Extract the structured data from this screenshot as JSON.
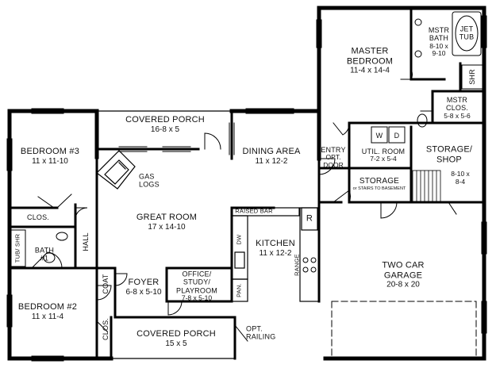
{
  "rooms": {
    "covered_porch_top": {
      "name": "COVERED PORCH",
      "dims": "16-8 x 5"
    },
    "dining_area": {
      "name": "DINING AREA",
      "dims": "11 x 12-2"
    },
    "master_bedroom": {
      "name": "MASTER",
      "name2": "BEDROOM",
      "dims": "11-4 x 14-4"
    },
    "master_bath": {
      "name": "MSTR",
      "name2": "BATH",
      "dims": "8-10 x",
      "dims2": "9-10"
    },
    "jet_tub": {
      "name": "JET",
      "name2": "TUB"
    },
    "shower_master": {
      "name": "SHR"
    },
    "master_closet": {
      "name": "MSTR",
      "name2": "CLOS.",
      "dims": "5-8 x 5-6"
    },
    "bedroom3": {
      "name": "BEDROOM #3",
      "dims": "11 x 11-10"
    },
    "gas_logs": {
      "name": "GAS",
      "name2": "LOGS"
    },
    "entry": {
      "name": "ENTRY",
      "note": "OPT.",
      "note2": "DOOR"
    },
    "utility": {
      "name": "UTIL. ROOM",
      "dims": "7-2 x 5-4",
      "washer": "W",
      "dryer": "D"
    },
    "storage_shop": {
      "name": "STORAGE/",
      "name2": "SHOP",
      "dims": "8-10 x",
      "dims2": "8-4"
    },
    "storage": {
      "name": "STORAGE",
      "note": "or STAIRS TO BASEMENT"
    },
    "great_room": {
      "name": "GREAT ROOM",
      "dims": "17 x 14-10"
    },
    "raised_bar": {
      "name": "RAISED BAR"
    },
    "kitchen": {
      "name": "KITCHEN",
      "dims": "11 x 12-2",
      "dw": "DW",
      "fridge": "R",
      "range": "RANGE",
      "pantry": "PAN."
    },
    "closet_b3": {
      "name": "CLOS."
    },
    "hall": {
      "name": "HALL"
    },
    "bath1": {
      "name": "BATH",
      "name2": "#1",
      "tub": "TUB/ SHR"
    },
    "two_car_garage": {
      "name": "TWO CAR",
      "name2": "GARAGE",
      "dims": "20-8 x 20"
    },
    "coat": {
      "name": "COAT"
    },
    "foyer": {
      "name": "FOYER",
      "dims": "6-8 x 5-10"
    },
    "office": {
      "name": "OFFICE/",
      "name2": "STUDY/",
      "name3": "PLAYROOM",
      "dims": "7-8 x 5-10"
    },
    "bedroom2": {
      "name": "BEDROOM #2",
      "dims": "11 x 11-4"
    },
    "closet_b2": {
      "name": "CLOS."
    },
    "covered_porch_bottom": {
      "name": "COVERED PORCH",
      "dims": "15 x 5"
    },
    "opt_railing": {
      "name": "OPT.",
      "name2": "RAILING"
    }
  }
}
